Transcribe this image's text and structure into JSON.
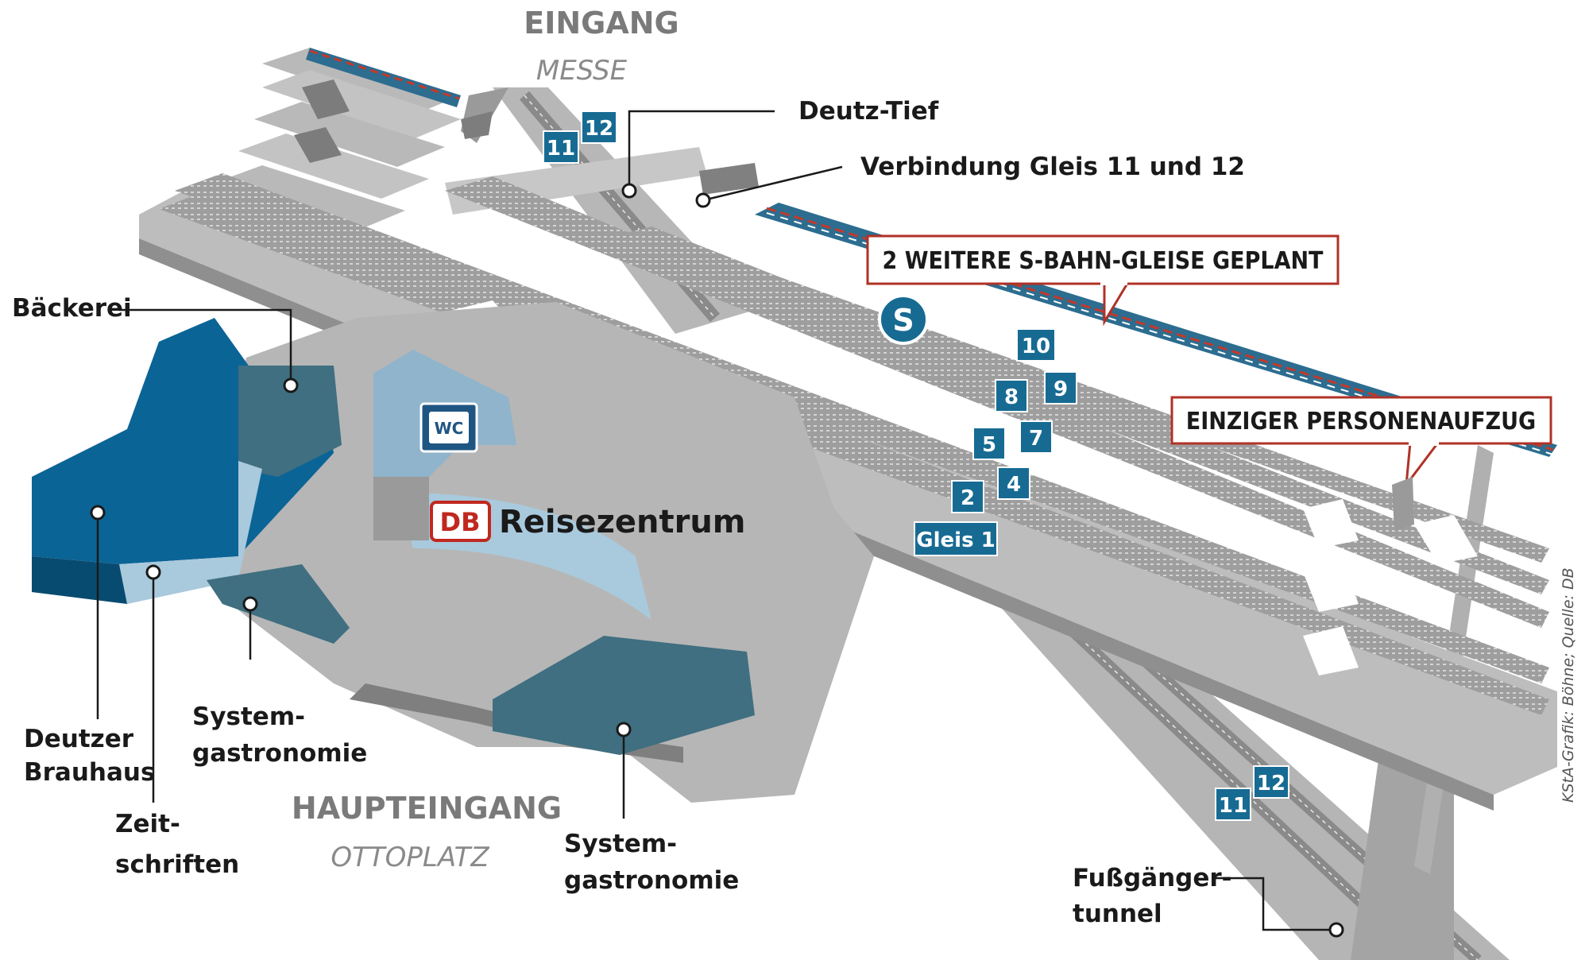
{
  "colors": {
    "platform": "#bdbdbd",
    "platform_dark": "#8f8f8f",
    "shop_blue": "#0b6496",
    "shop_teal": "#3f6f80",
    "shop_light": "#a9c9dc",
    "badge": "#176b93",
    "callout_border": "#b03226",
    "db_red": "#c0281f"
  },
  "headings": {
    "top_entrance": "EINGANG",
    "top_entrance_sub": "MESSE",
    "main_entrance": "HAUPTEINGANG",
    "main_entrance_sub": "OTTOPLATZ"
  },
  "labels": {
    "deutz_tief": "Deutz-Tief",
    "verbindung": "Verbindung Gleis 11 und 12",
    "baeckerei": "Bäckerei",
    "deutzer_brauhaus_1": "Deutzer",
    "deutzer_brauhaus_2": "Brauhaus",
    "zeitschriften_1": "Zeit-",
    "zeitschriften_2": "schriften",
    "systemgastro_a_1": "System-",
    "systemgastro_a_2": "gastronomie",
    "systemgastro_b_1": "System-",
    "systemgastro_b_2": "gastronomie",
    "fussgaenger_1": "Fußgänger-",
    "fussgaenger_2": "tunnel",
    "reisezentrum": "Reisezentrum",
    "db": "DB",
    "wc": "WC",
    "s_bahn": "S"
  },
  "callouts": {
    "s_bahn_planned": "2 WEITERE S-BAHN-GLEISE GEPLANT",
    "elevator": "EINZIGER PERSONENAUFZUG"
  },
  "tracks": {
    "gleis1": "Gleis 1",
    "t2": "2",
    "t4": "4",
    "t5": "5",
    "t7": "7",
    "t8": "8",
    "t9": "9",
    "t10": "10",
    "t11_top": "11",
    "t12_top": "12",
    "t11_bottom": "11",
    "t12_bottom": "12"
  },
  "credit": "KStA-Grafik: Böhne; Quelle: DB"
}
